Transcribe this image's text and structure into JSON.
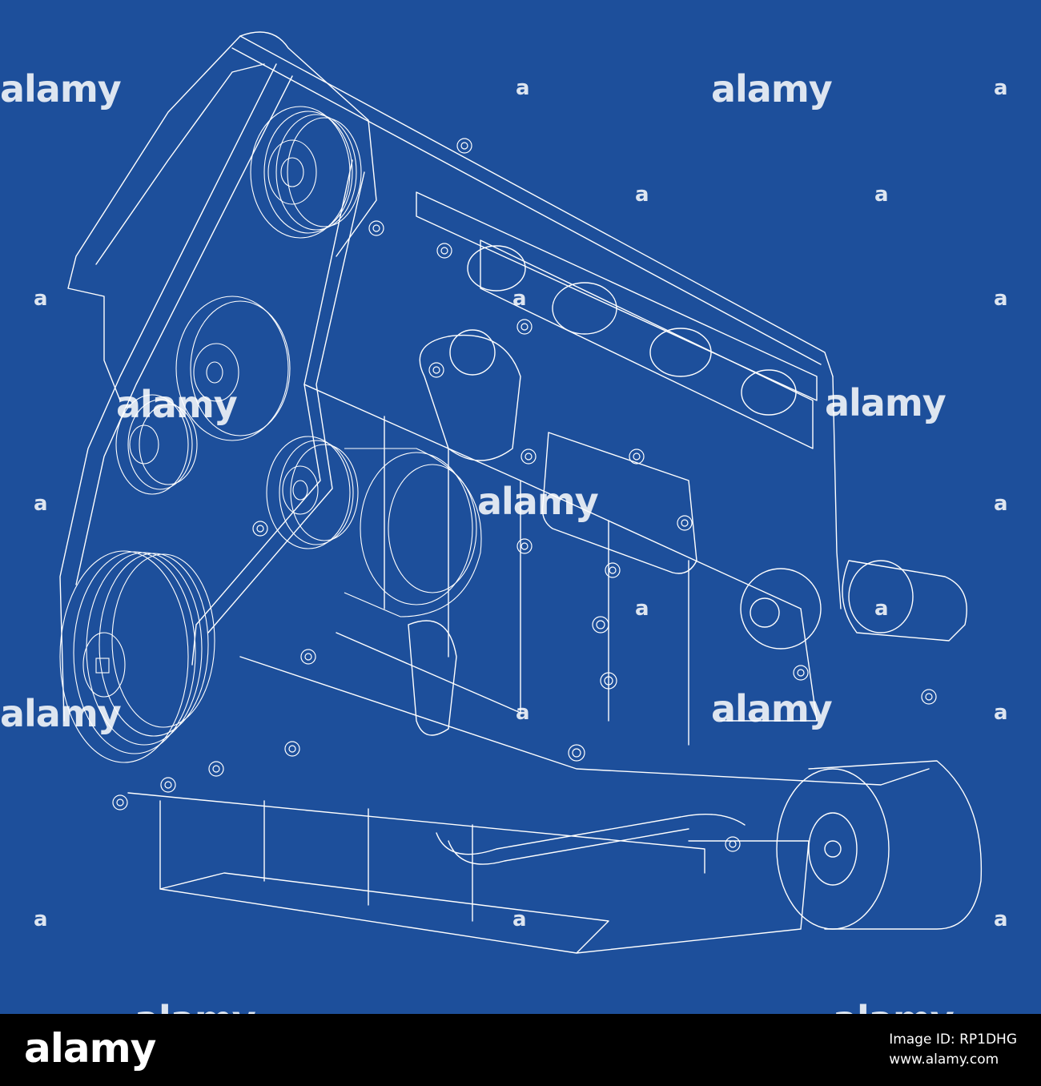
{
  "image": {
    "background_color": "#1d4f9b",
    "line_color": "#ffffff",
    "subject": "engine-wireframe"
  },
  "watermark": {
    "text": "alamy",
    "letter": "a"
  },
  "footer": {
    "logo": "alamy",
    "image_id_label": "Image ID: RP1DHG",
    "site": "www.alamy.com"
  }
}
